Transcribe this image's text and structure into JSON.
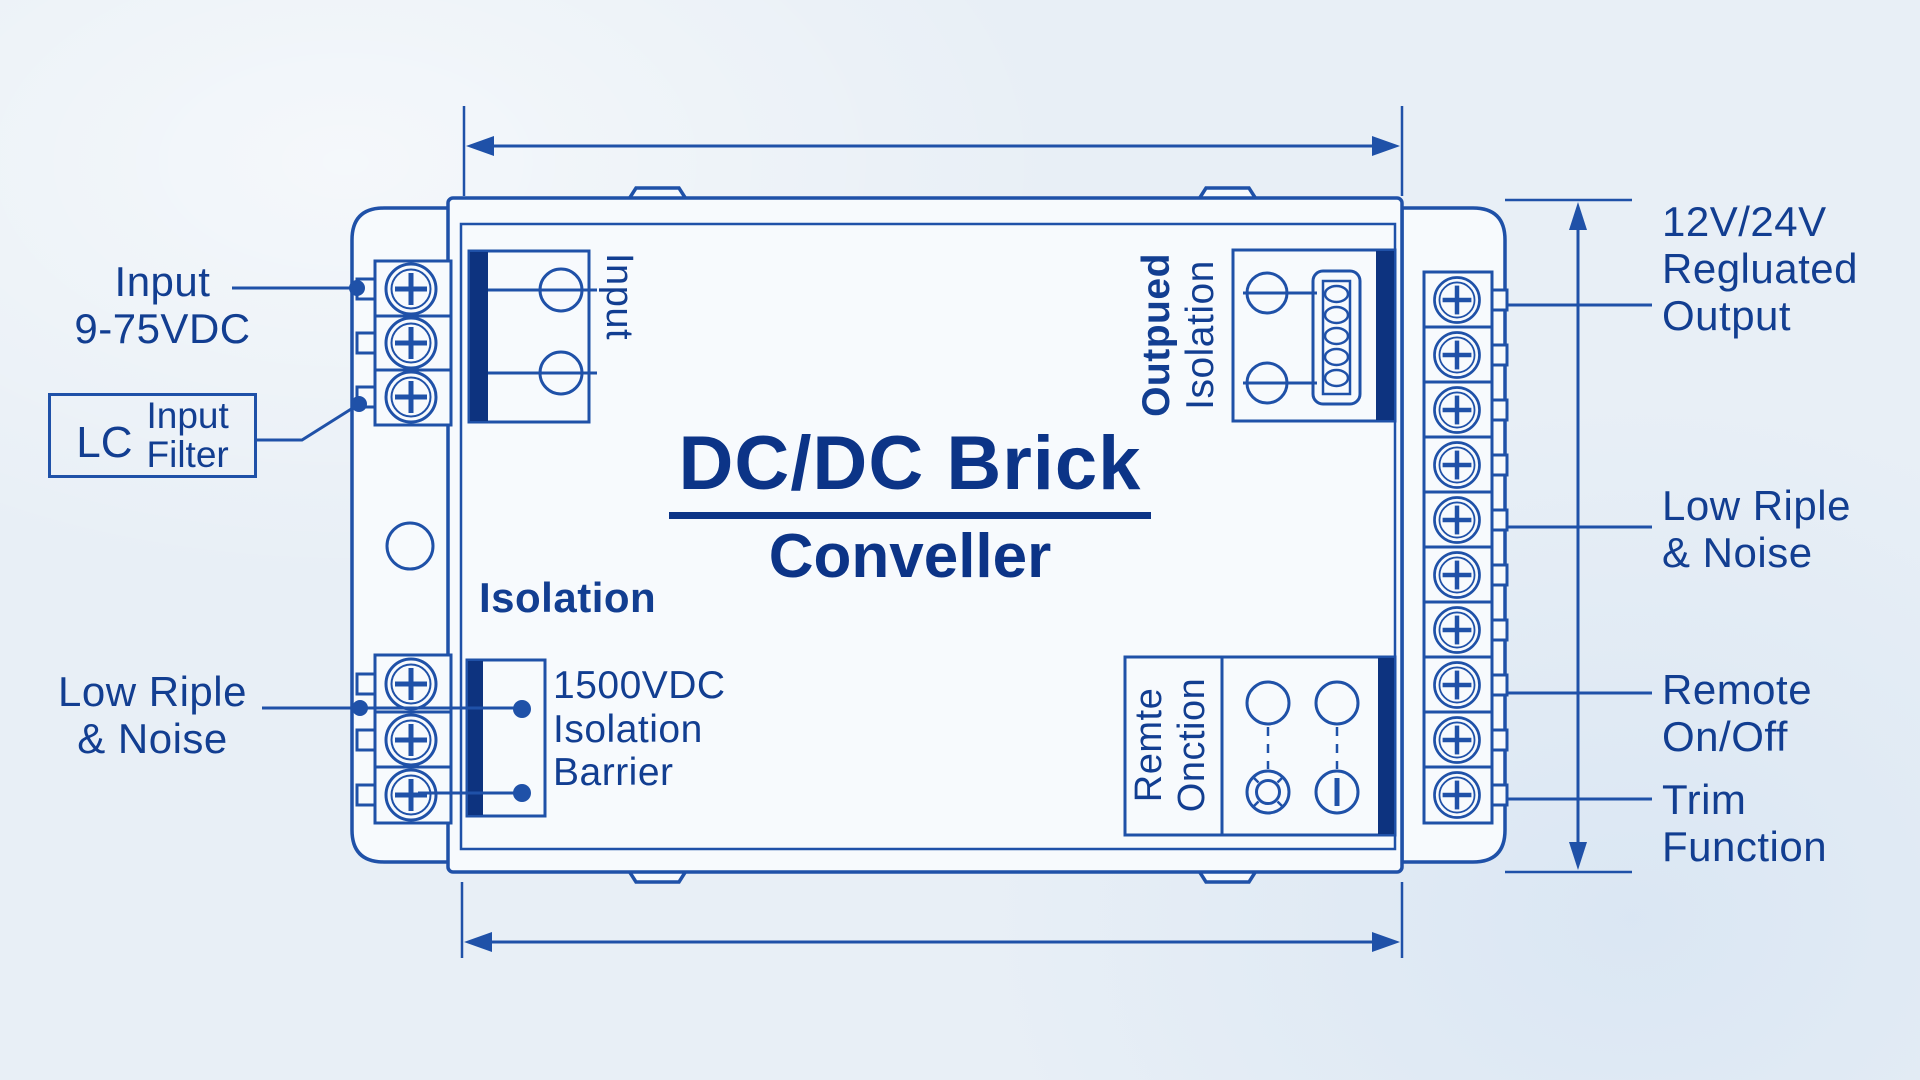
{
  "diagram": {
    "title_line1": "DC/DC Brick",
    "title_line2": "Conveller",
    "center_labels": {
      "isolation": "Isolation",
      "barrier_line1": "1500VDC",
      "barrier_line2": "Isolation",
      "barrier_line3": "Barrier"
    },
    "vertical_labels": {
      "input": "Input",
      "output_line1": "Outpued",
      "output_line2": "Isolation",
      "remote_line1": "Remte",
      "remote_line2": "Onction"
    },
    "left_labels": {
      "input_line1": "Input",
      "input_line2": "9-75VDC",
      "lc": "LC",
      "lc_line1": "Input",
      "lc_line2": "Filter",
      "ripple_line1": "Low Riple",
      "ripple_line2": "& Noise"
    },
    "right_labels": {
      "output_line1": "12V/24V",
      "output_line2": "Regluated",
      "output_line3": "Output",
      "ripple_line1": "Low Riple",
      "ripple_line2": "& Noise",
      "remote_line1": "Remote",
      "remote_line2": "On/Off",
      "trim_line1": "Trim",
      "trim_line2": "Function"
    }
  },
  "colors": {
    "ink": "#1f51a8",
    "dark_fill": "#0d337f",
    "label_text": "#123e91",
    "title_text": "#0c3487",
    "background": "#e8eff6",
    "device_fill": "#f7fafd"
  }
}
